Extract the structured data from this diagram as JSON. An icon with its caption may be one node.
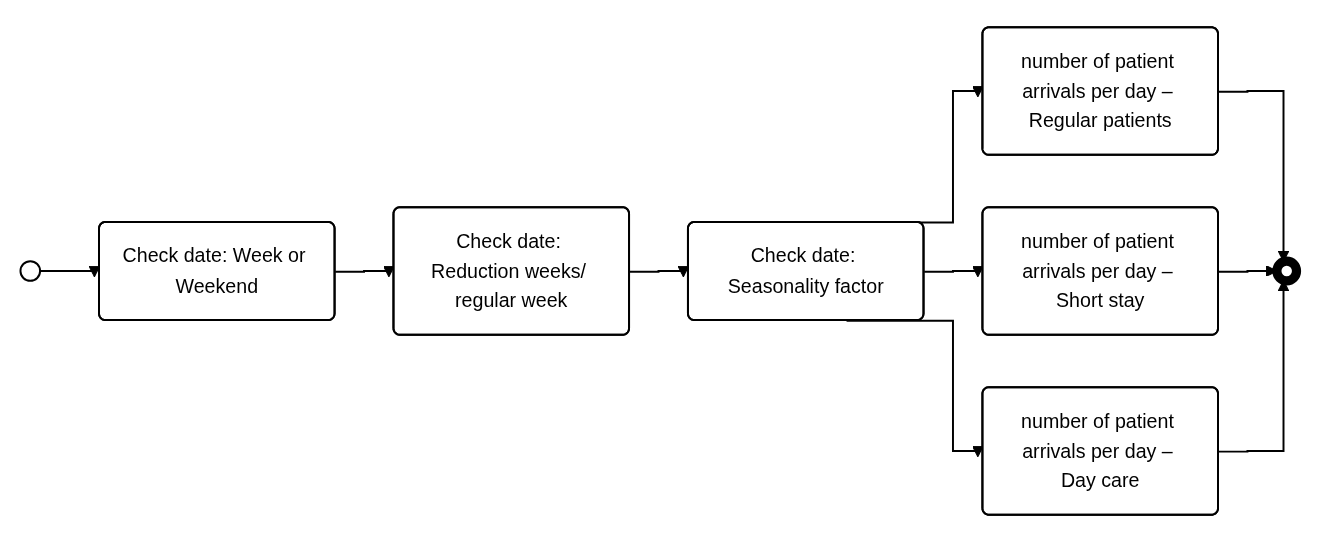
{
  "diagram": {
    "nodes": [
      {
        "text": [],
        "shape": "circle"
      },
      {
        "text": [
          "Check date: Week or Weekend"
        ]
      },
      {
        "text": [
          "Check date: Reduction weeks/ regular week"
        ]
      },
      {
        "text": [
          "Check date: Seasonality factor"
        ]
      },
      {
        "text": [
          "number of patient arrivals per day – Regular patients"
        ]
      },
      {
        "text": [
          "number of patient arrivals per day – Short stay"
        ]
      },
      {
        "text": [
          "number of patient arrivals per day – Day care"
        ]
      },
      {
        "text": [],
        "shape": "circle"
      }
    ],
    "edges": [
      {
        "from": 0,
        "to": 1,
        "arrow": "to"
      },
      {
        "from": 1,
        "to": 2,
        "arrow": "to"
      },
      {
        "from": 2,
        "to": 3,
        "arrow": "to"
      },
      {
        "from": 3,
        "to": 4,
        "arrow": "to"
      },
      {
        "from": 3,
        "to": 5,
        "arrow": "to"
      },
      {
        "from": 3,
        "to": 6,
        "arrow": "to"
      },
      {
        "from": 4,
        "to": 7,
        "arrow": "to"
      },
      {
        "from": 5,
        "to": 7,
        "arrow": "to"
      },
      {
        "from": 6,
        "to": 7,
        "arrow": "to"
      }
    ]
  }
}
